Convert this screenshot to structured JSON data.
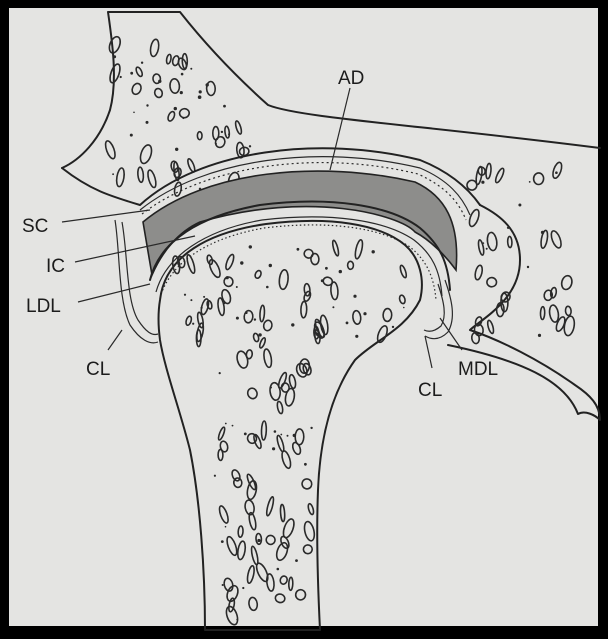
{
  "diagram": {
    "labels": {
      "ad": "AD",
      "sc": "SC",
      "ic": "IC",
      "ldl": "LDL",
      "cl_left": "CL",
      "cl_right": "CL",
      "mdl": "MDL"
    }
  },
  "colors": {
    "frame": "#000000",
    "paper": "#e4e4e2",
    "disc": "#8d8d8b",
    "ink": "#222222"
  }
}
